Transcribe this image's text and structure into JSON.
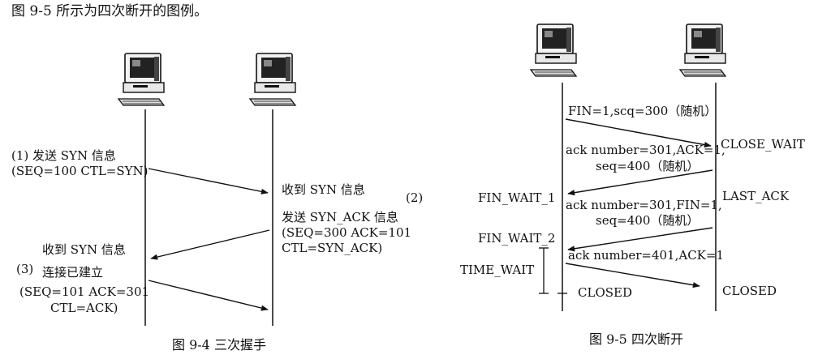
{
  "heading": "图 9-5 所示为四次断开的图例。",
  "fig4": {
    "caption": "图 9-4   三次握手",
    "step1_line1": "(1) 发送 SYN 信息",
    "step1_line2": "(SEQ=100 CTL=SYN)",
    "step2_recv": "收到 SYN 信息",
    "step2_num": "(2)",
    "step2_send": "发送 SYN_ACK 信息",
    "step2_seq": "(SEQ=300 ACK=101",
    "step2_ctl": "CTL=SYN_ACK)",
    "step3_recv": "收到 SYN 信息",
    "step3_num": "(3)",
    "step3_est": "连接已建立",
    "step3_seq": "(SEQ=101 ACK=301",
    "step3_ctl": "CTL=ACK)"
  },
  "fig5": {
    "caption": "图 9-5   四次断开",
    "msg1": "FIN=1,scq=300（随机）",
    "msg2_line1": "ack number=301,ACK=1,",
    "msg2_line2": "seq=400（随机）",
    "msg3_line1": "ack number=301,FIN=1,",
    "msg3_line2": "seq=400（随机）",
    "msg4": "ack number=401,ACK=1",
    "left_states": [
      "FIN_WAIT_1",
      "FIN_WAIT_2",
      "TIME_WAIT",
      "CLOSED"
    ],
    "right_states": [
      "CLOSE_WAIT",
      "LAST_ACK",
      "CLOSED"
    ]
  }
}
